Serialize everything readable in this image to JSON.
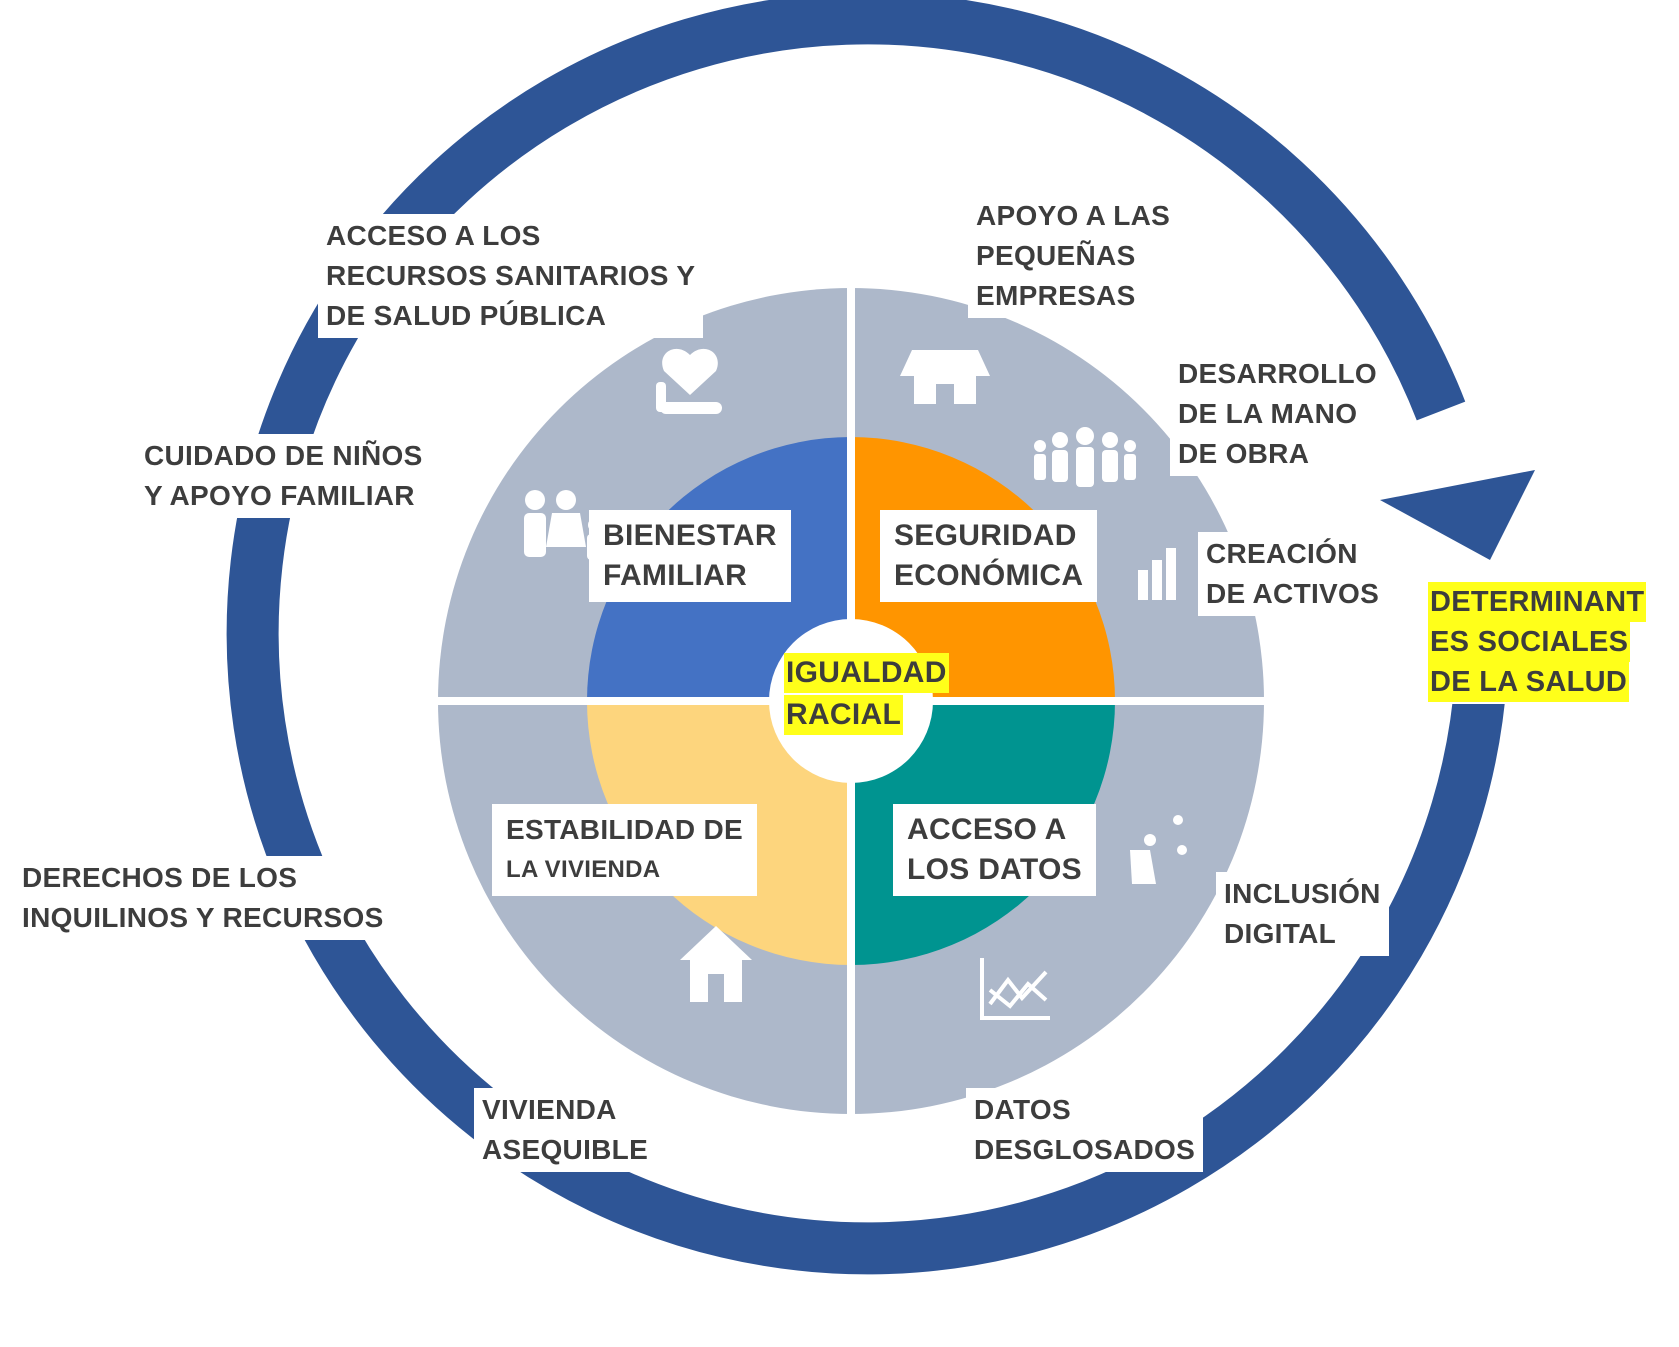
{
  "colors": {
    "ring": "#2e5596",
    "outer_disc": "#adb8ca",
    "divider": "#ffffff",
    "quad_family": "#4472c4",
    "quad_economic": "#ff9500",
    "quad_data": "#009490",
    "quad_housing": "#fdd57d",
    "highlight": "#ffff1a",
    "text": "#3d3d3d"
  },
  "center": {
    "lines": [
      "IGUALDAD",
      "RACIAL"
    ]
  },
  "quadrants": {
    "family": [
      "BIENESTAR",
      "FAMILIAR"
    ],
    "economic": [
      "SEGURIDAD",
      "ECONÓMICA"
    ],
    "housing": [
      "ESTABILIDAD DE",
      "LA VIVIENDA"
    ],
    "data": [
      "ACCESO A",
      "LOS DATOS"
    ]
  },
  "outer_labels": {
    "health_resources": [
      "ACCESO A LOS",
      "RECURSOS SANITARIOS Y",
      "DE SALUD PÚBLICA"
    ],
    "small_business": [
      "APOYO A LAS",
      "PEQUEÑAS",
      "EMPRESAS"
    ],
    "workforce": [
      "DESARROLLO",
      "DE LA MANO",
      "DE OBRA"
    ],
    "asset_creation": [
      "CREACIÓN",
      "DE ACTIVOS"
    ],
    "childcare": [
      "CUIDADO DE NIÑOS",
      "Y APOYO FAMILIAR"
    ],
    "tenant_rights": [
      "DERECHOS DE LOS",
      "INQUILINOS Y RECURSOS"
    ],
    "digital_inclusion": [
      "INCLUSIÓN",
      "DIGITAL"
    ],
    "affordable_housing": [
      "VIVIENDA",
      "ASEQUIBLE"
    ],
    "disaggregated_data": [
      "DATOS",
      "DESGLOSADOS"
    ]
  },
  "ring_label": {
    "lines": [
      "DETERMINANT",
      "ES SOCIALES",
      "DE LA SALUD"
    ]
  },
  "icons": {
    "health": "heart-hands-icon",
    "business": "storefront-icon",
    "workforce": "people-group-icon",
    "assets": "building-chart-icon",
    "childcare": "family-icon",
    "digital": "network-hand-icon",
    "housing": "house-icon",
    "data": "line-chart-icon"
  }
}
